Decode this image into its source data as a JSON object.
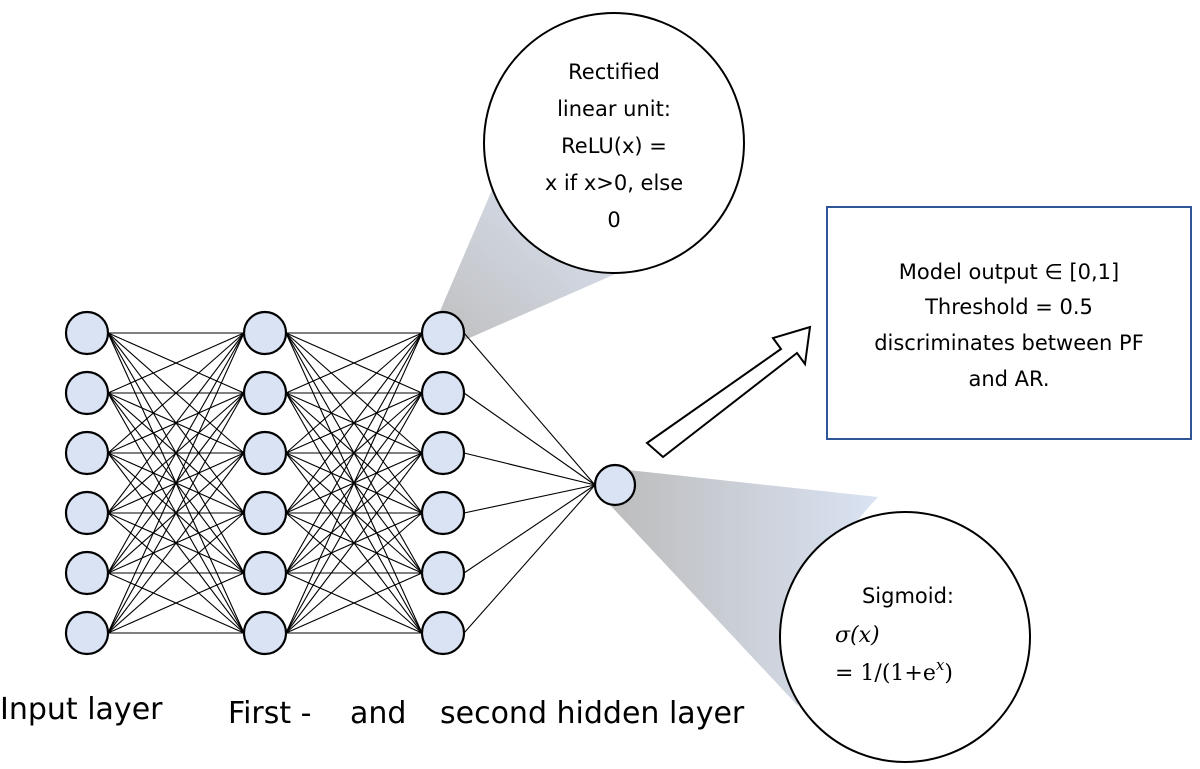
{
  "diagram": {
    "title": "Neural network architecture with ReLU hidden layers and sigmoid output",
    "layers": [
      {
        "name": "input",
        "node_count": 6
      },
      {
        "name": "hidden-1",
        "node_count": 6
      },
      {
        "name": "hidden-2",
        "node_count": 6
      },
      {
        "name": "output",
        "node_count": 1
      }
    ],
    "colors": {
      "node_fill": "#dae3f3",
      "node_stroke": "#000000",
      "edge": "#000000",
      "box_border": "#2f5597",
      "cone_dark": "#c0c0c0",
      "cone_light": "#dae3f3"
    }
  },
  "labels": {
    "input_layer": "Input layer",
    "first": "First -",
    "and": "and",
    "second_hidden": "second hidden layer"
  },
  "relu_bubble": {
    "lines": [
      "Rectified",
      "linear unit:",
      "ReLU(x) =",
      "x if x>0, else",
      "0"
    ]
  },
  "sigmoid_bubble": {
    "title": "Sigmoid:",
    "line1": "σ(x)",
    "line2_prefix": "= 1/(1+e",
    "line2_sup": "x",
    "line2_suffix": ")"
  },
  "output_box": {
    "lines": [
      "Model output ∈ [0,1]",
      "Threshold = 0.5",
      "discriminates between PF",
      "and AR."
    ]
  }
}
